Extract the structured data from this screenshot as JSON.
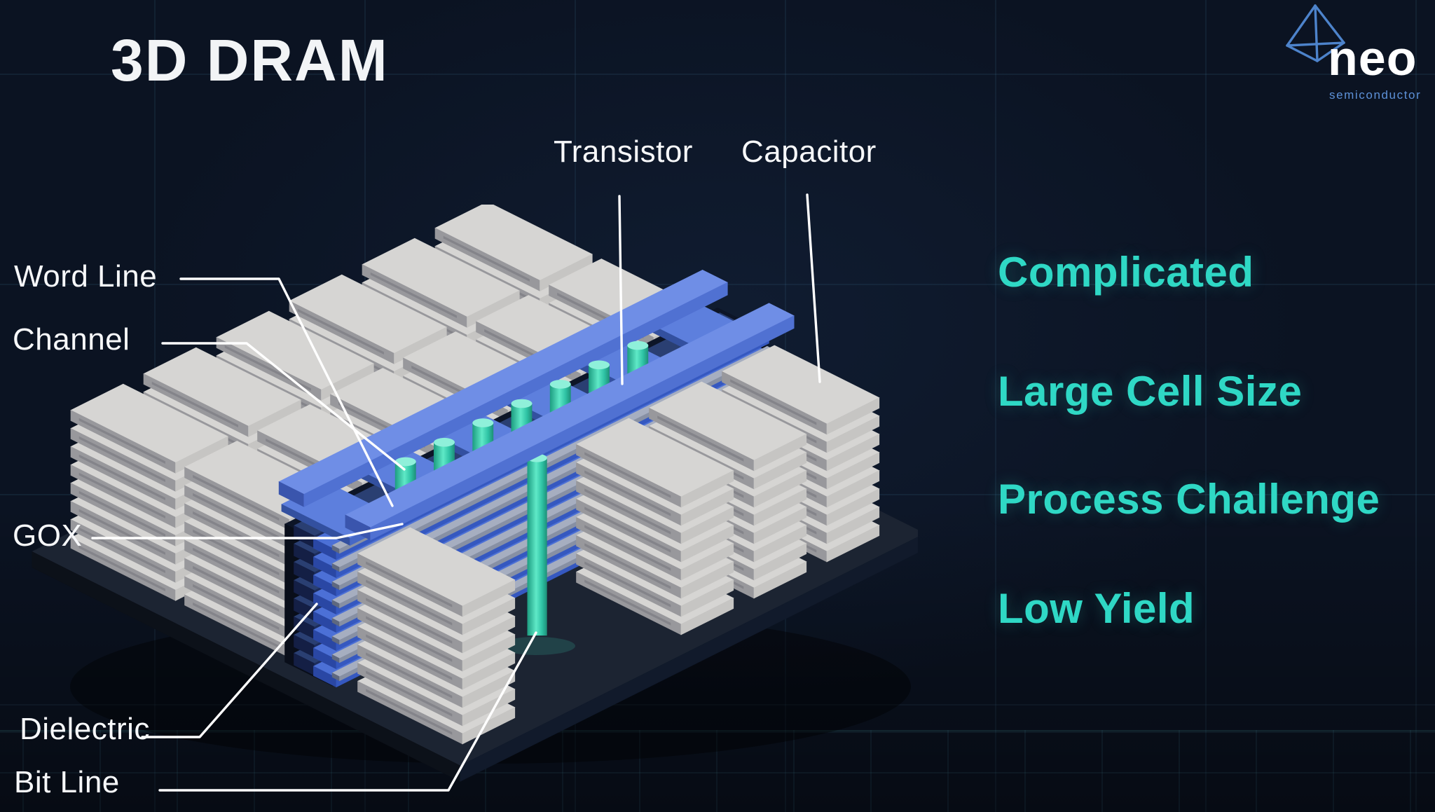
{
  "title": "3D DRAM",
  "logo": {
    "brand": "neo",
    "tagline": "semiconductor"
  },
  "diagram": {
    "name": "3D DRAM cell stack",
    "callouts": {
      "transistor": "Transistor",
      "capacitor": "Capacitor",
      "word_line": "Word Line",
      "channel": "Channel",
      "gox": "GOX",
      "dielectric": "Dielectric",
      "bit_line": "Bit Line"
    }
  },
  "issues": [
    {
      "label": "Complicated"
    },
    {
      "label": "Large Cell Size"
    },
    {
      "label": "Process Challenge"
    },
    {
      "label": "Low Yield"
    }
  ],
  "colors": {
    "background": "#0b1322",
    "accent_teal": "#2fd8c5",
    "label_white": "#f5f6f8",
    "logo_blue": "#4d83cb",
    "scene": {
      "gray": [
        "#d6d5d3",
        "#98989c",
        "#c6c5c3"
      ],
      "gray_groove": "#84848a",
      "base": [
        "#1c2432",
        "#0c1119",
        "#111a2b"
      ],
      "trench": [
        "#0d1527",
        "#090e1a",
        "#0a101d"
      ],
      "navy": [
        "#2a3f72",
        "#141f45",
        "#1d2d5c"
      ],
      "blue": [
        "#4c70d6",
        "#2a47a4",
        "#3558c0"
      ],
      "tab": [
        "#5d7fdd",
        "#33509f",
        "#4668c6"
      ],
      "steel": [
        "#a6aec0",
        "#5e687f",
        "#8790a4"
      ],
      "bar": [
        "#6f8ee6",
        "#3a55ad",
        "#5071d2"
      ],
      "teal_top": "#8ff0da",
      "teal_grad": [
        "#1c9c80",
        "#5fe9c7",
        "#2ec2a4",
        "#1d8f77"
      ]
    }
  }
}
